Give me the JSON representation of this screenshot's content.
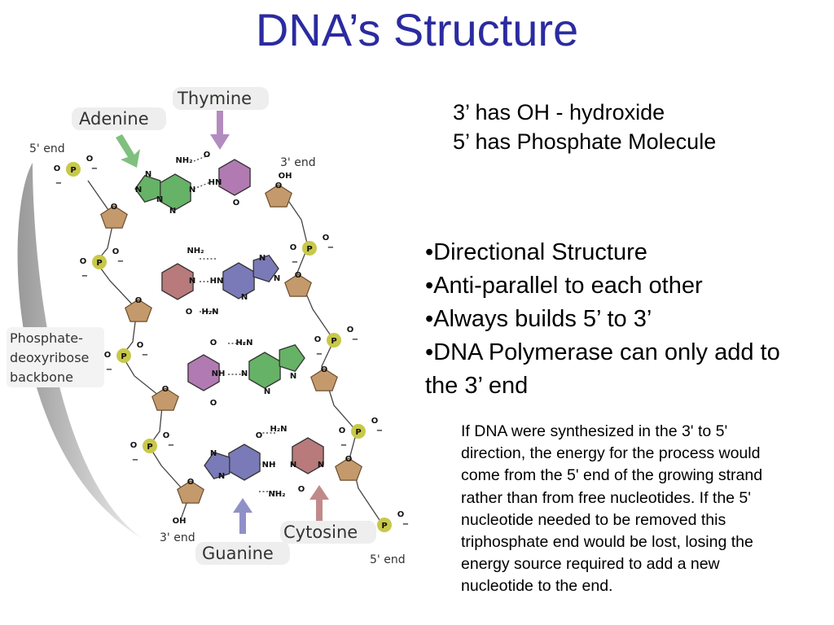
{
  "title": "DNA’s Structure",
  "notes": [
    "3’ has OH - hydroxide",
    "5’ has Phosphate Molecule"
  ],
  "bullets": [
    "•Directional Structure",
    "•Anti-parallel to each other",
    "•Always builds 5’ to 3’",
    "•DNA Polymerase can only add to the 3’ end"
  ],
  "paragraph": "If DNA were synthesized in the 3' to 5' direction, the energy for the process would come from the 5' end of the growing strand rather than from free nucleotides. If the 5' nucleotide needed to be removed this triphosphate end would be lost, losing the energy source required to add a new nucleotide to the end.",
  "diagram": {
    "labels": {
      "adenine": "Adenine",
      "thymine": "Thymine",
      "guanine": "Guanine",
      "cytosine": "Cytosine",
      "backbone": [
        "Phosphate-",
        "deoxyribose",
        "backbone"
      ],
      "end5_top": "5' end",
      "end3_top": "3' end",
      "end3_bottom": "3' end",
      "end5_bottom": "5' end"
    },
    "atoms": {
      "p": "P",
      "o": "O",
      "minus": "−",
      "n": "N",
      "oh": "OH",
      "nh2": "NH₂",
      "h2n": "H₂N",
      "hn": "HN",
      "nh": "NH"
    },
    "colors": {
      "title": "#2b2ba0",
      "sugar": "#c49a6c",
      "phosphate": "#c8c84a",
      "adenine": "#66b266",
      "thymine": "#b27ab2",
      "guanine": "#7a7ab8",
      "cytosine": "#b87a7a"
    }
  }
}
